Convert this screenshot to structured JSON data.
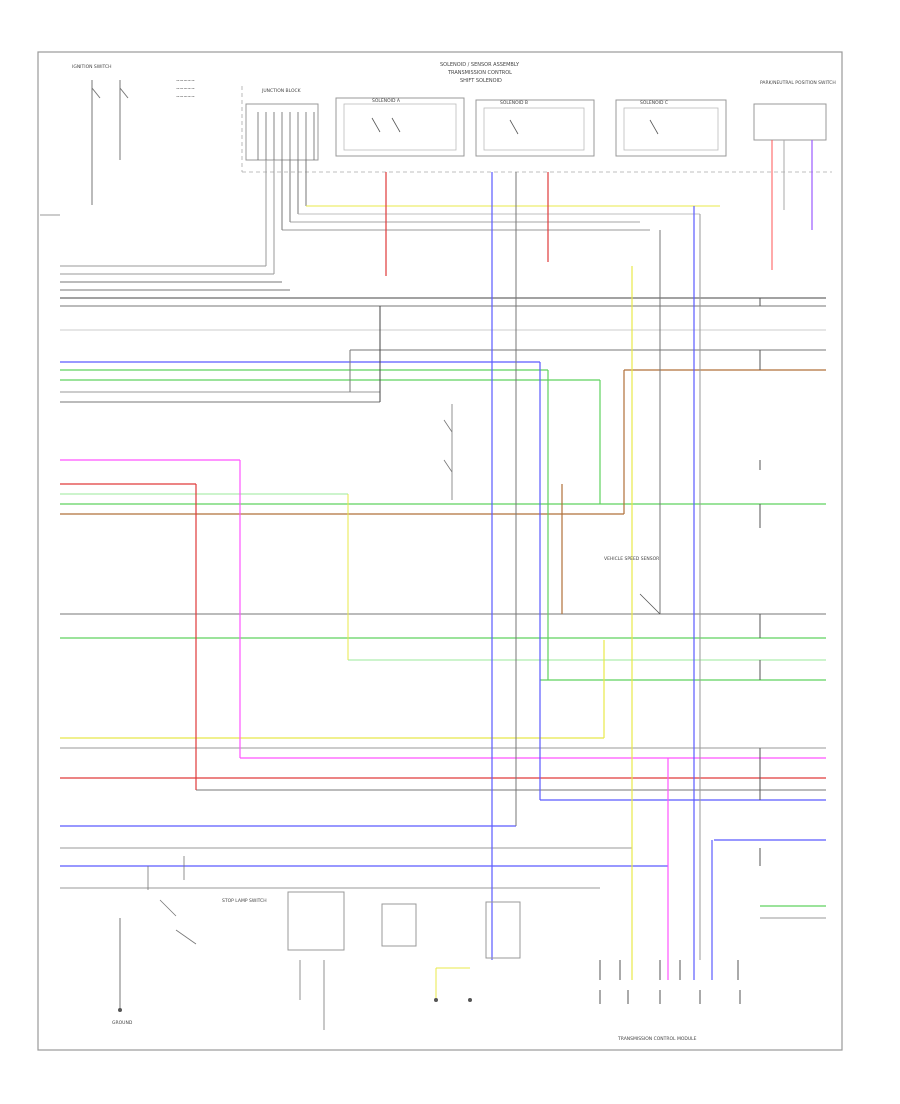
{
  "diagram": {
    "header": [
      "SOLENOID / SENSOR ASSEMBLY",
      "TRANSMISSION CONTROL",
      "SHIFT SOLENOID"
    ],
    "footer_code": "",
    "colors": {
      "frame": "#999999",
      "wire_gray": "#9a9a9a",
      "wire_black": "#444444",
      "blue": "#5b5bff",
      "green": "#5fd25f",
      "red": "#e03a3a",
      "magenta": "#ff55ff",
      "yellow": "#e8e84a",
      "brown": "#b0703a",
      "light_green": "#9be89b",
      "violet": "#9b59ff"
    },
    "components": [
      {
        "id": "ignition-switch",
        "text": "IGNITION SWITCH"
      },
      {
        "id": "junction-block",
        "text": "JUNCTION BLOCK"
      },
      {
        "id": "shift-solenoid-a",
        "text": "SOLENOID A"
      },
      {
        "id": "shift-solenoid-b",
        "text": "SOLENOID B"
      },
      {
        "id": "shift-solenoid-c",
        "text": "SOLENOID C"
      },
      {
        "id": "park-neutral-switch",
        "text": "PARK/NEUTRAL POSITION SWITCH"
      },
      {
        "id": "speed-sensor",
        "text": "VEHICLE SPEED SENSOR"
      },
      {
        "id": "tcm",
        "text": "TRANSMISSION CONTROL MODULE"
      },
      {
        "id": "brake-switch",
        "text": "STOP LAMP SWITCH"
      },
      {
        "id": "ground",
        "text": "GROUND"
      }
    ]
  }
}
